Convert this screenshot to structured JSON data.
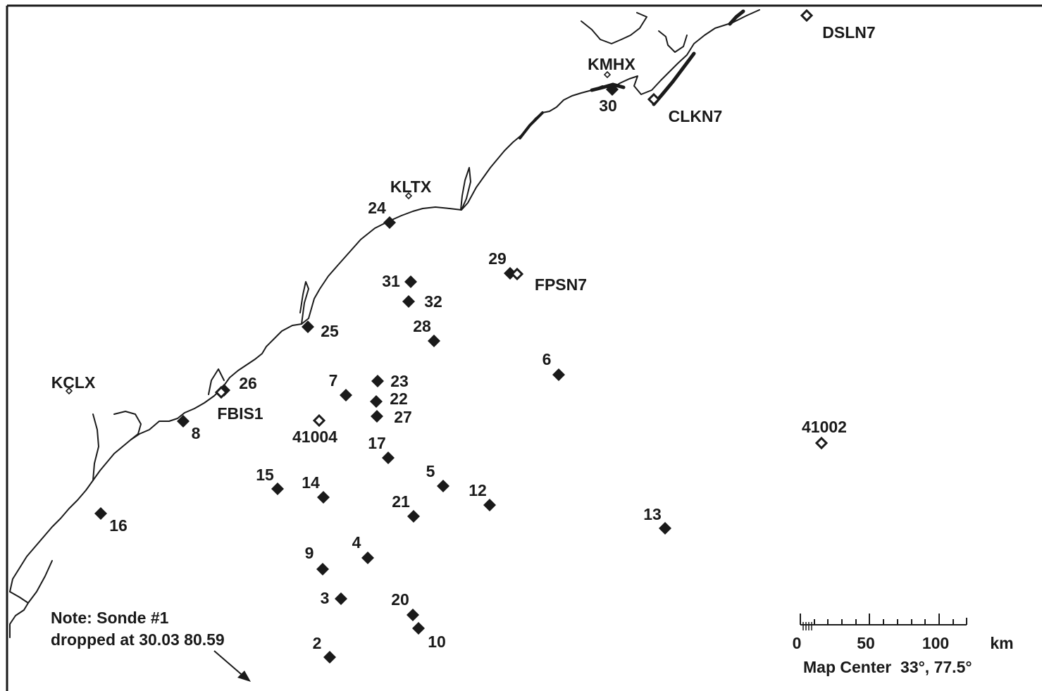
{
  "sondes": [
    {
      "num": "2"
    },
    {
      "num": "3"
    },
    {
      "num": "4"
    },
    {
      "num": "5"
    },
    {
      "num": "6"
    },
    {
      "num": "7"
    },
    {
      "num": "8"
    },
    {
      "num": "9"
    },
    {
      "num": "10"
    },
    {
      "num": "12"
    },
    {
      "num": "13"
    },
    {
      "num": "14"
    },
    {
      "num": "15"
    },
    {
      "num": "16"
    },
    {
      "num": "17"
    },
    {
      "num": "20"
    },
    {
      "num": "21"
    },
    {
      "num": "22"
    },
    {
      "num": "23"
    },
    {
      "num": "24"
    },
    {
      "num": "25"
    },
    {
      "num": "26"
    },
    {
      "num": "27"
    },
    {
      "num": "28"
    },
    {
      "num": "29"
    },
    {
      "num": "30"
    },
    {
      "num": "31"
    },
    {
      "num": "32"
    }
  ],
  "stations": [
    {
      "id": "DSLN7"
    },
    {
      "id": "CLKN7"
    },
    {
      "id": "FPSN7"
    },
    {
      "id": "FBIS1"
    },
    {
      "id": "41004"
    },
    {
      "id": "41002"
    }
  ],
  "radars": [
    {
      "id": "KMHX"
    },
    {
      "id": "KLTX"
    },
    {
      "id": "KCLX"
    }
  ],
  "note": {
    "line1": "Note: Sonde #1",
    "line2": "dropped at 30.03 80.59"
  },
  "scale": {
    "unit": "km",
    "ticks": [
      "0",
      "50",
      "100"
    ]
  },
  "map_center": {
    "label": "Map Center",
    "value": "33°, 77.5°"
  }
}
